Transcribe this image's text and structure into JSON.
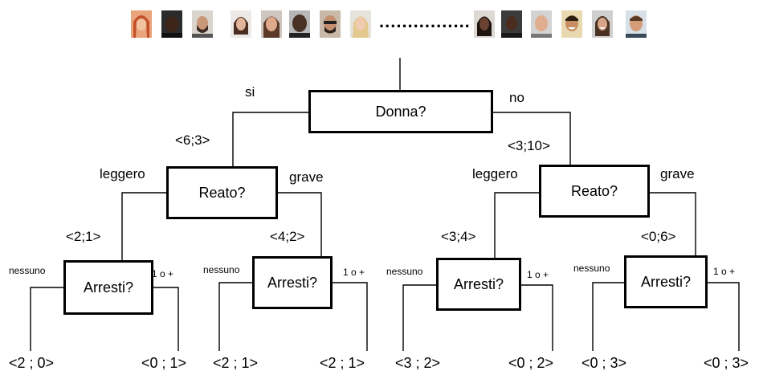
{
  "header": {
    "faces_left": [
      "face-1",
      "face-2",
      "face-3",
      "face-4",
      "face-5",
      "face-6",
      "face-7",
      "face-8"
    ],
    "ellipsis": "................",
    "faces_right": [
      "face-9",
      "face-10",
      "face-11",
      "face-12",
      "face-13",
      "face-14"
    ]
  },
  "root": {
    "question": "Donna?",
    "yes_label": "si",
    "no_label": "no"
  },
  "left": {
    "count": "<6;3>",
    "question": "Reato?",
    "light_label": "leggero",
    "serious_label": "grave",
    "light": {
      "count": "<2;1>",
      "question": "Arresti?",
      "none_label": "nessuno",
      "more_label": "1 o +",
      "leaf_none": "<2 ; 0>",
      "leaf_more": "<0 ; 1>"
    },
    "serious": {
      "count": "<4;2>",
      "question": "Arresti?",
      "none_label": "nessuno",
      "more_label": "1 o +",
      "leaf_none": "<2 ;  1>",
      "leaf_more": "<2  ; 1>"
    }
  },
  "right": {
    "count": "<3;10>",
    "question": "Reato?",
    "light_label": "leggero",
    "serious_label": "grave",
    "light": {
      "count": "<3;4>",
      "question": "Arresti?",
      "none_label": "nessuno",
      "more_label": "1 o +",
      "leaf_none": "<3 ;  2>",
      "leaf_more": "<0 ; 2>"
    },
    "serious": {
      "count": "<0;6>",
      "question": "Arresti?",
      "none_label": "nessuno",
      "more_label": "1 o +",
      "leaf_none": "<0 ; 3>",
      "leaf_more": "<0 ; 3>"
    }
  }
}
